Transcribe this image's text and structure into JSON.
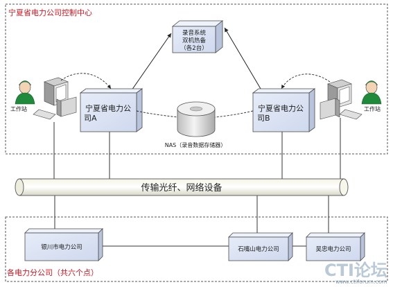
{
  "control_center": {
    "title": "宁夏省电力公司控制中心"
  },
  "recording_system": {
    "line1": "录音系统",
    "line2": "双机热备",
    "line3": "（各2台）"
  },
  "company_a": {
    "line1": "宁夏省电力公",
    "line2": "司A"
  },
  "company_b": {
    "line1": "宁夏省电力公",
    "line2": "司B"
  },
  "nas": {
    "label": "NAS（录音数据存储器）"
  },
  "workstation_left": {
    "label": "工作站"
  },
  "workstation_right": {
    "label": "工作站"
  },
  "transport_bus": {
    "label": "传输光纤、网络设备"
  },
  "branches": {
    "yinchuan": "银川市电力公司",
    "shizuishan": "石嘴山电力公司",
    "wuzhong": "吴忠电力公司"
  },
  "branch_group": {
    "title": "各电力分公司（共六个点）"
  },
  "watermark": {
    "logo": "CTI论坛",
    "url": "www.ctiforum.com"
  },
  "colors": {
    "title_red": "#d2141e",
    "box_fill": "#dbe3f3",
    "box_stroke": "#4a4a4a",
    "line": "#333333",
    "dashed_border": "#555555",
    "person_green": "#1f8a3c"
  }
}
